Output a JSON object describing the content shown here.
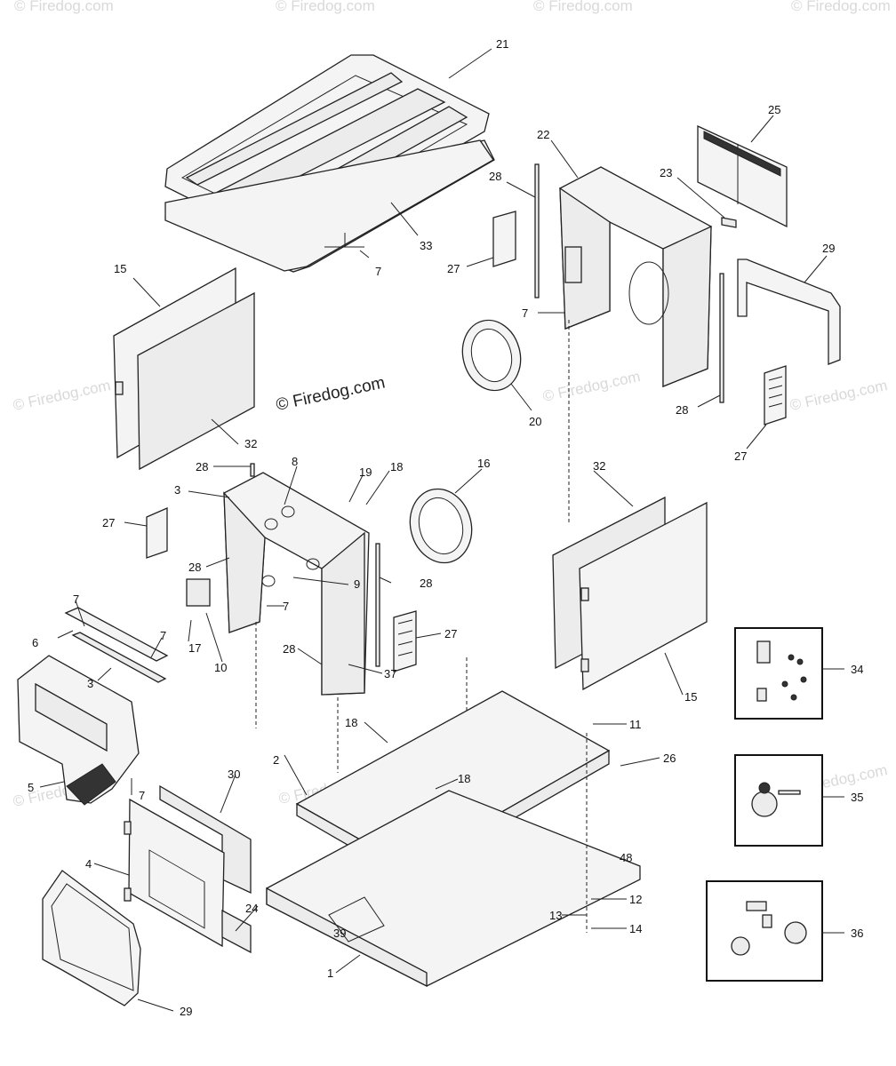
{
  "watermark": {
    "main": "© Firedog.com",
    "tile": "© Firedog.com"
  },
  "callouts": {
    "c21": "21",
    "c25": "25",
    "c22": "22",
    "c23": "23",
    "c28a": "28",
    "c33": "33",
    "c7a": "7",
    "c27a": "27",
    "c29a": "29",
    "c7b": "7",
    "c15a": "15",
    "c20": "20",
    "c28b": "28",
    "c27b": "27",
    "c32a": "32",
    "c28c": "28",
    "c8": "8",
    "c19": "19",
    "c18a": "18",
    "c16": "16",
    "c3a": "3",
    "c27c": "27",
    "c32b": "32",
    "c28d": "28",
    "c9": "9",
    "c28e": "28",
    "c7c": "7",
    "c17": "17",
    "c10": "10",
    "c7d": "7",
    "c6": "6",
    "c7e": "7",
    "c3b": "3",
    "c27d": "27",
    "c28f": "28",
    "c37": "37",
    "c15b": "15",
    "c34": "34",
    "c18b": "18",
    "c11": "11",
    "c2": "2",
    "c26": "26",
    "c18c": "18",
    "c5": "5",
    "c7f": "7",
    "c30": "30",
    "c35": "35",
    "c4": "4",
    "c12": "12",
    "c13": "13",
    "c14": "14",
    "c24": "24",
    "c36": "36",
    "c1": "1",
    "c29b": "29"
  },
  "panel_marks": {
    "m48": "48",
    "m39": "39"
  }
}
